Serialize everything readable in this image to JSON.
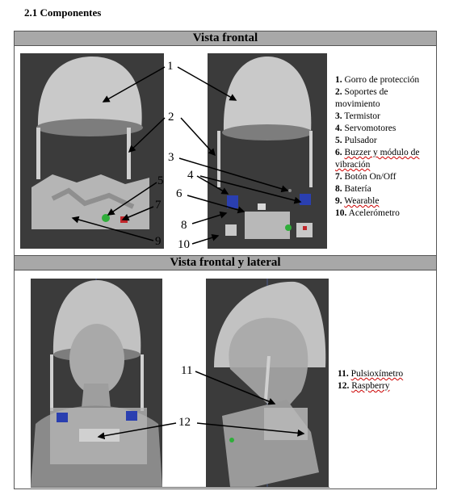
{
  "heading": "2.1 Componentes",
  "section1": {
    "title": "Vista frontal"
  },
  "section2": {
    "title": "Vista frontal y lateral"
  },
  "legend1": [
    {
      "num": "1.",
      "text": "Gorro de protección"
    },
    {
      "num": "2.",
      "text": "Soportes de movimiento"
    },
    {
      "num": "3.",
      "text": "Termistor"
    },
    {
      "num": "4.",
      "text": "Servomotores"
    },
    {
      "num": "5.",
      "text": "Pulsador"
    },
    {
      "num": "6.",
      "text": "Buzzer y módulo de vibración"
    },
    {
      "num": "7.",
      "text": "Botón On/Off"
    },
    {
      "num": "8.",
      "text": "Batería"
    },
    {
      "num": "9.",
      "text": "Wearable"
    },
    {
      "num": "10.",
      "text": "Acelerómetro"
    }
  ],
  "legend2": [
    {
      "num": "11.",
      "text": "Pulsioxímetro"
    },
    {
      "num": "12.",
      "text": "Raspberry"
    }
  ],
  "callouts": {
    "c1": "1",
    "c2": "2",
    "c3": "3",
    "c4": "4",
    "c5": "5",
    "c6": "6",
    "c7": "7",
    "c8": "8",
    "c9": "9",
    "c10": "10",
    "c11": "11",
    "c12": "12"
  },
  "colors": {
    "section_bar": "#a8a8a8",
    "render_background": "#3b3b3b",
    "helmet": "#bdbdbd",
    "servo_blue": "#2a3fb0",
    "button_green": "#2fae3a",
    "switch_red": "#c0262b"
  }
}
